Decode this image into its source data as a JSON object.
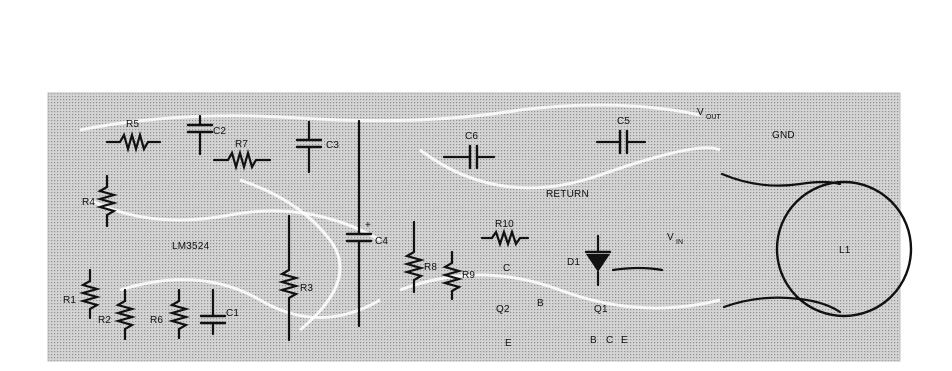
{
  "diagram": {
    "colors": {
      "board": "#cfcfcf",
      "ink": "#111111",
      "trace": "#ffffff"
    },
    "labels": {
      "r1": "R1",
      "r2": "R2",
      "r3": "R3",
      "r4": "R4",
      "r5": "R5",
      "r6": "R6",
      "r7": "R7",
      "r8": "R8",
      "r9": "R9",
      "r10": "R10",
      "c1": "C1",
      "c2": "C2",
      "c3": "C3",
      "c4": "C4",
      "c5": "C5",
      "c6": "C6",
      "c4_polarity": "+",
      "ic": "LM3524",
      "d1": "D1",
      "l1": "L1",
      "q1": "Q1",
      "q2": "Q2",
      "q1_b": "B",
      "q1_c": "C",
      "q1_e": "E",
      "q2_b": "B",
      "q2_c": "C",
      "q2_e": "E",
      "return": "RETURN",
      "gnd": "GND",
      "vout_main": "V",
      "vout_sub": "OUT",
      "vin_main": "V",
      "vin_sub": "IN"
    }
  }
}
